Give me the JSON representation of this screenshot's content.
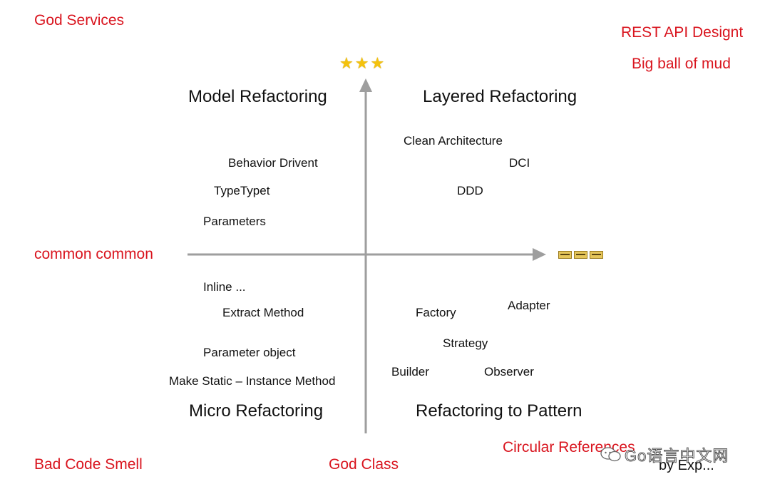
{
  "corners": {
    "top_left": "God Services",
    "top_right_1": "REST API Designt",
    "top_right_2": "Big ball of mud",
    "left_middle": "common common",
    "bottom_left": "Bad Code Smell",
    "bottom_center": "God Class",
    "bottom_right": "Circular References",
    "bottom_right_byline": "by Exp..."
  },
  "axes": {
    "y_marker": "stars",
    "x_marker": "cards",
    "y_marker_count": 3,
    "x_marker_count": 3
  },
  "quadrants": {
    "top_left": {
      "title": "Model Refactoring",
      "items": [
        "Behavior Drivent",
        "TypeTypet",
        "Parameters"
      ]
    },
    "top_right": {
      "title": "Layered Refactoring",
      "items": [
        "Clean Architecture",
        "DCI",
        "DDD"
      ]
    },
    "bottom_left": {
      "title": "Micro Refactoring",
      "items": [
        "Inline ...",
        "Extract Method",
        "Parameter object",
        "Make Static – Instance Method"
      ]
    },
    "bottom_right": {
      "title": "Refactoring to Pattern",
      "items": [
        "Factory",
        "Adapter",
        "Strategy",
        "Builder",
        "Observer"
      ]
    }
  },
  "watermark": {
    "text": "Go语言中文网",
    "icon": "wechat-icon"
  },
  "colors": {
    "accent_red": "#d9141e",
    "axis_gray": "#9e9e9e",
    "text": "#111111"
  }
}
